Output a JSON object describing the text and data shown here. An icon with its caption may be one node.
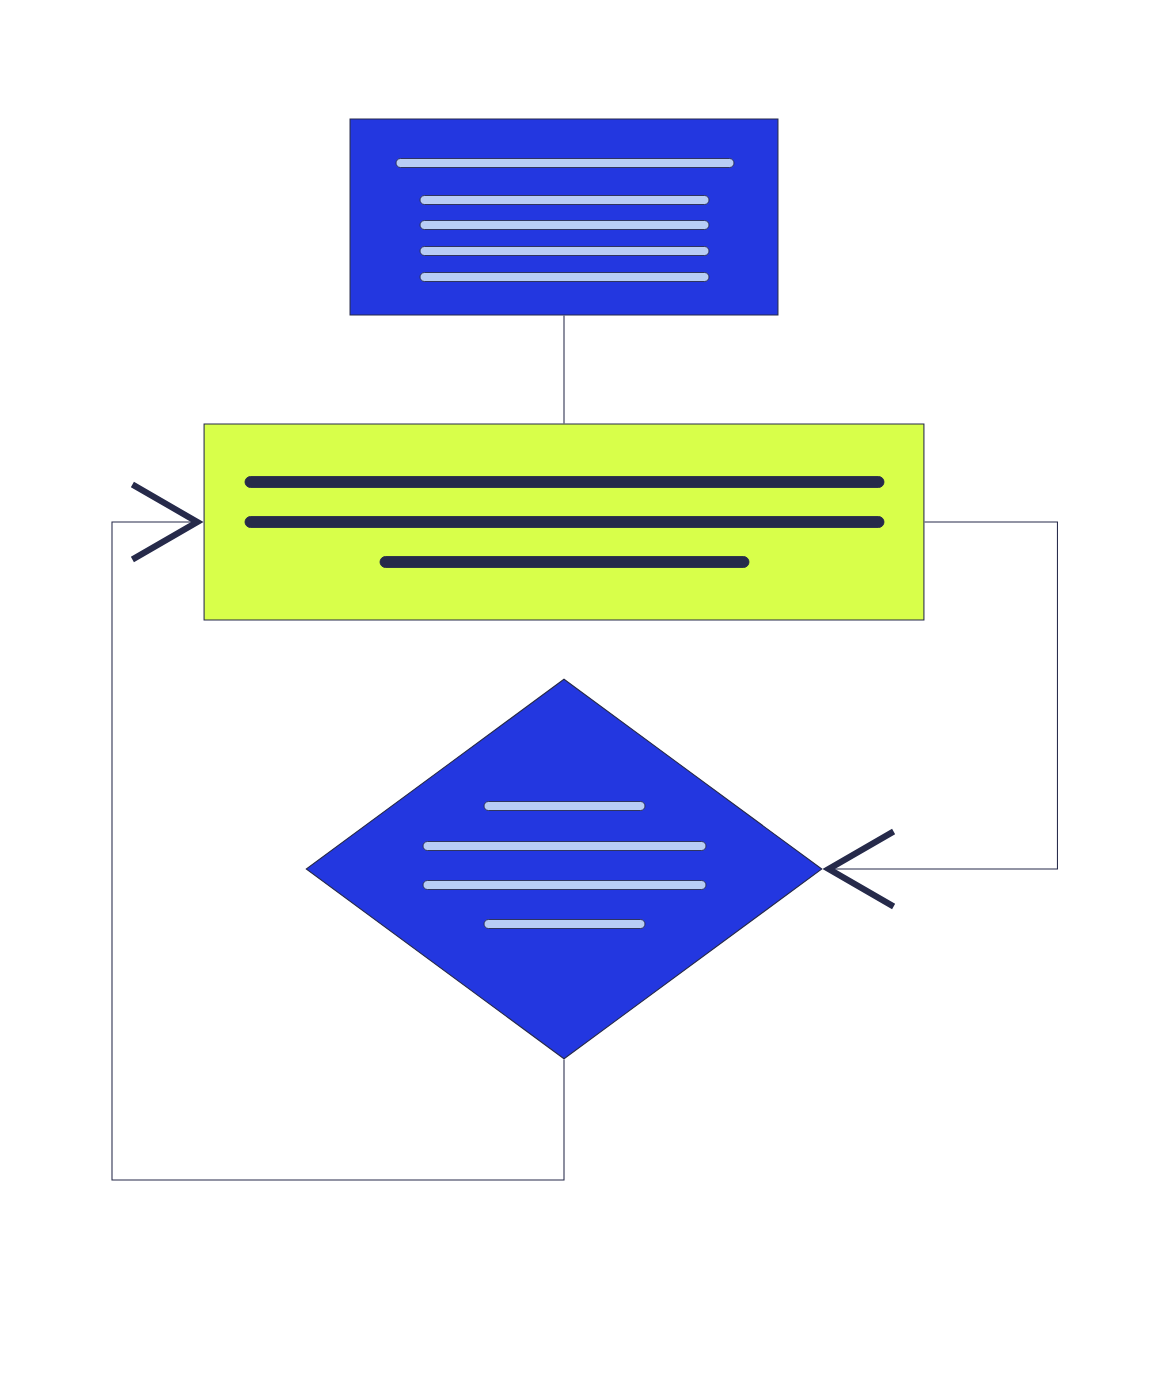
{
  "diagram": {
    "nodes": [
      {
        "text": [],
        "shape": "box"
      },
      {
        "text": [],
        "shape": "box"
      },
      {
        "text": [],
        "shape": "diamond"
      }
    ],
    "edges": [
      {
        "from": 0,
        "to": 1,
        "arrow": "none"
      },
      {
        "from": 1,
        "to": 2,
        "arrow": "to"
      },
      {
        "from": 2,
        "to": 1,
        "arrow": "to"
      }
    ]
  }
}
